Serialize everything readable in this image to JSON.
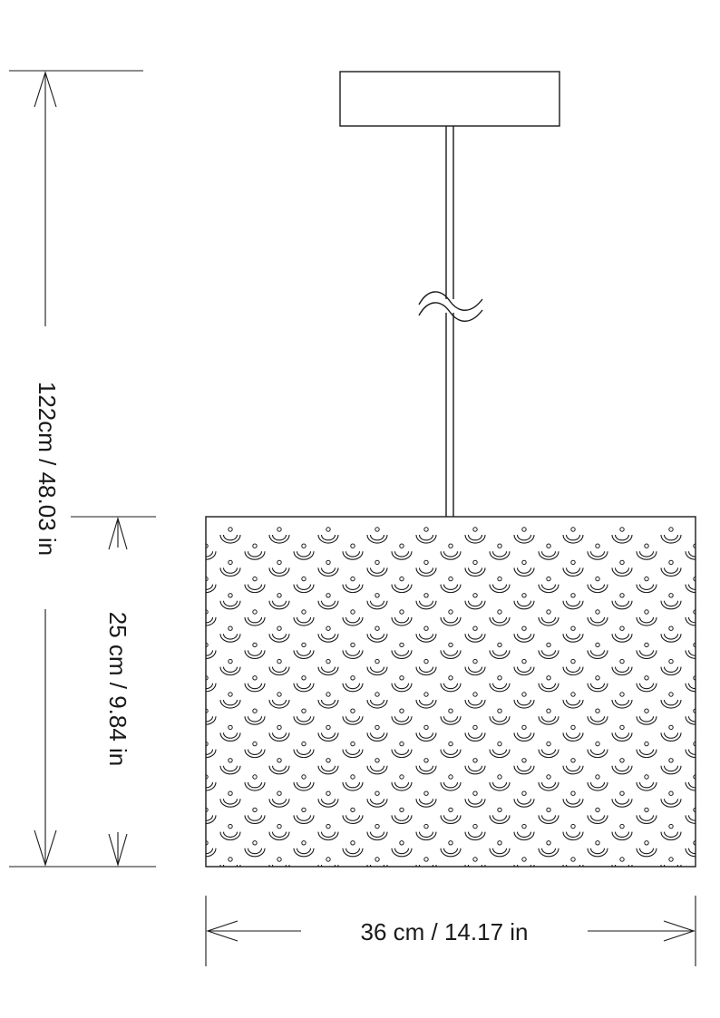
{
  "dimensions": {
    "total_height": "122cm / 48.03 in",
    "shade_height": "25 cm / 9.84 in",
    "shade_width": "36 cm / 14.17 in"
  },
  "line_color": "#1a1a1a",
  "background_color": "#ffffff"
}
